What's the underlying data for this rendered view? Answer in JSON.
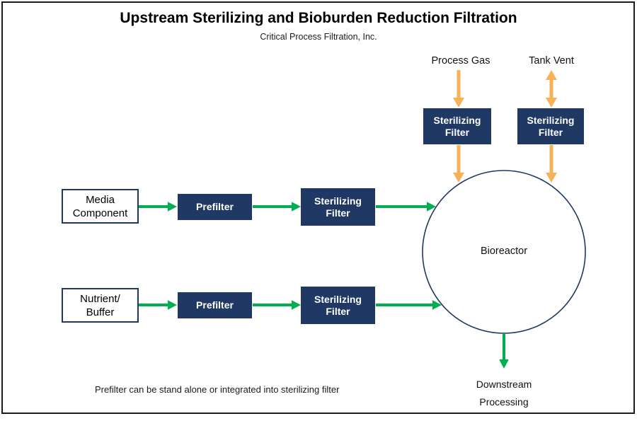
{
  "title": "Upstream Sterilizing and Bioburden Reduction Filtration",
  "subtitle": "Critical Process Filtration, Inc.",
  "colors": {
    "navy": "#1F3864",
    "green": "#00B050",
    "orange": "#F7B258",
    "frame_border": "#1B1B1B"
  },
  "inputs": {
    "process_gas_label": "Process Gas",
    "tank_vent_label": "Tank Vent"
  },
  "boxes": {
    "sterilizing_filter_lines": [
      "Sterilizing",
      "Filter"
    ],
    "prefilter_label": "Prefilter",
    "media_component_lines": [
      "Media",
      "Component"
    ],
    "nutrient_buffer_lines": [
      "Nutrient/",
      "Buffer"
    ]
  },
  "bioreactor_label": "Bioreactor",
  "downstream_lines": [
    "Downstream",
    "Processing"
  ],
  "footnote": "Prefilter can be stand alone or integrated into sterilizing filter"
}
